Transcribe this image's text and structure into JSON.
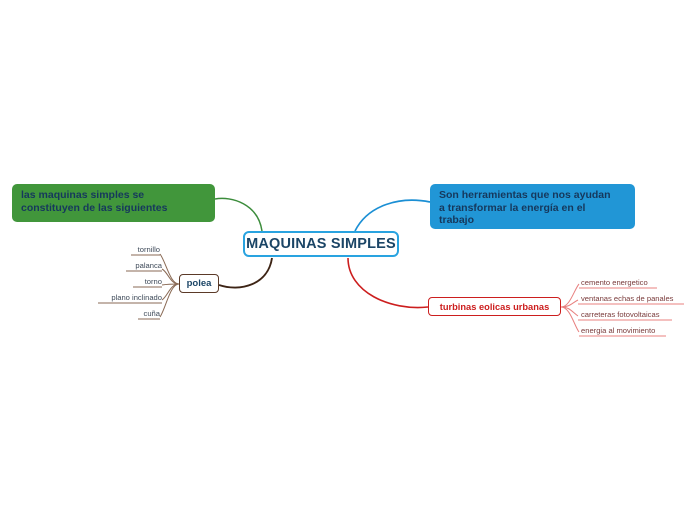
{
  "diagram": {
    "type": "mind-map",
    "background": "#ffffff",
    "root": {
      "label": "MAQUINAS SIMPLES",
      "border_color": "#29a3e0",
      "text_color": "#1b4566"
    },
    "branches": [
      {
        "id": "green",
        "label": "las maquinas simples se\nconstituyen de las siguientes",
        "fill": "#41963b",
        "edge_color": "#3b8c3b",
        "text_color": "#16385c",
        "position": "upper-left",
        "children": []
      },
      {
        "id": "blue",
        "label": "Son herramientas que nos ayudan\na transformar la energía en el\ntrabajo",
        "fill": "#2196d6",
        "edge_color": "#1b8fd4",
        "text_color": "#16385c",
        "position": "upper-right",
        "children": []
      },
      {
        "id": "brown",
        "label": "polea",
        "fill": "#ffffff",
        "edge_color": "#3d2415",
        "border_color": "#5b3a28",
        "text_color": "#1b4566",
        "position": "lower-left",
        "children": [
          {
            "label": "tornillo"
          },
          {
            "label": "palanca"
          },
          {
            "label": "torno"
          },
          {
            "label": "plano inclinado"
          },
          {
            "label": "cuña"
          }
        ]
      },
      {
        "id": "red",
        "label": "turbinas eolicas urbanas",
        "fill": "#ffffff",
        "edge_color": "#cc1e1e",
        "border_color": "#cc1e1e",
        "text_color": "#cc1e1e",
        "position": "lower-right",
        "children": [
          {
            "label": "cemento energetico"
          },
          {
            "label": "ventanas echas de panales"
          },
          {
            "label": "carreteras fotovoltaicas"
          },
          {
            "label": "energia al movimiento"
          }
        ]
      }
    ]
  }
}
